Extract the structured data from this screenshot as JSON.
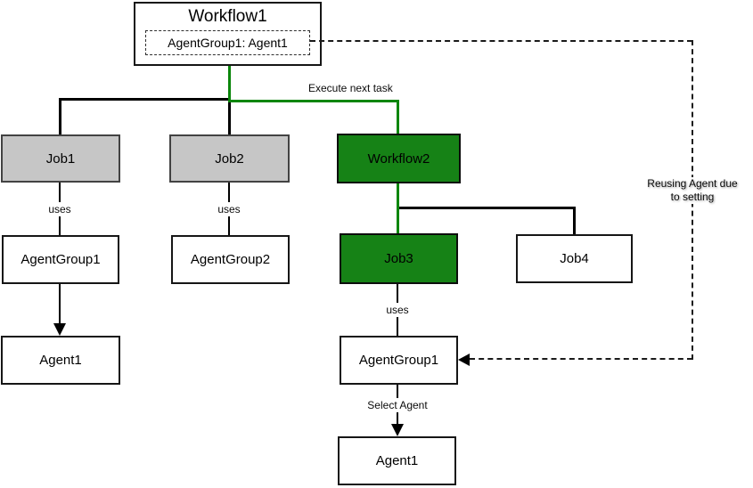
{
  "diagram": {
    "workflow1": {
      "title": "Workflow1",
      "badge": "AgentGroup1: Agent1"
    },
    "nodes": {
      "job1": "Job1",
      "job2": "Job2",
      "workflow2": "Workflow2",
      "job3": "Job3",
      "job4": "Job4",
      "agentgroup1_left": "AgentGroup1",
      "agentgroup2": "AgentGroup2",
      "agent1_left": "Agent1",
      "agentgroup1_right": "AgentGroup1",
      "agent1_right": "Agent1"
    },
    "edge_labels": {
      "execute_next_task": "Execute next task",
      "uses_job1": "uses",
      "uses_job2": "uses",
      "uses_job3": "uses",
      "select_agent": "Select Agent",
      "reusing_note_line1": "Reusing Agent due",
      "reusing_note_line2": "to setting"
    },
    "colors": {
      "active_green_fill": "#168216",
      "active_green_edge": "#0b860b",
      "inactive_gray_fill": "#c6c6c6",
      "line_black": "#000000",
      "background": "#ffffff"
    }
  }
}
